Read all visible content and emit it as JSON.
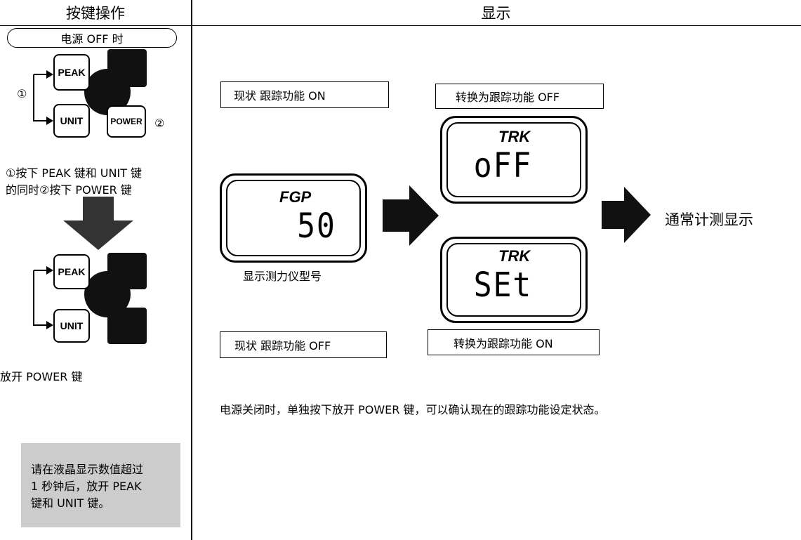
{
  "header": {
    "left": "按键操作",
    "right": "显示"
  },
  "left": {
    "power_off_label": "电源 OFF 时",
    "marker1": "①",
    "marker2": "②",
    "keys": {
      "peak": "PEAK",
      "unit": "UNIT",
      "power": "POWER"
    },
    "instruction_line1": "①按下 PEAK 键和 UNIT 键",
    "instruction_line2": "的同时②按下 POWER 键",
    "release_label": "放开 POWER 键",
    "note_lines": [
      "请在液晶显示数值超过",
      "1 秒钟后，放开 PEAK",
      "键和 UNIT 键。"
    ]
  },
  "right": {
    "status_on": "现状 跟踪功能 ON",
    "switch_off": "转换为跟踪功能 OFF",
    "status_off": "现状 跟踪功能 OFF",
    "switch_on": "转换为跟踪功能 ON",
    "lcd_model": {
      "small": "FGP",
      "big": "50"
    },
    "lcd_off": {
      "small": "TRK",
      "big": "oFF"
    },
    "lcd_set": {
      "small": "TRK",
      "big": "SEt"
    },
    "model_caption": "显示测力仪型号",
    "normal_display": "通常计测显示",
    "bottom_text": "电源关闭时，单独按下放开 POWER 键，可以确认现在的跟踪功能设定状态。"
  }
}
